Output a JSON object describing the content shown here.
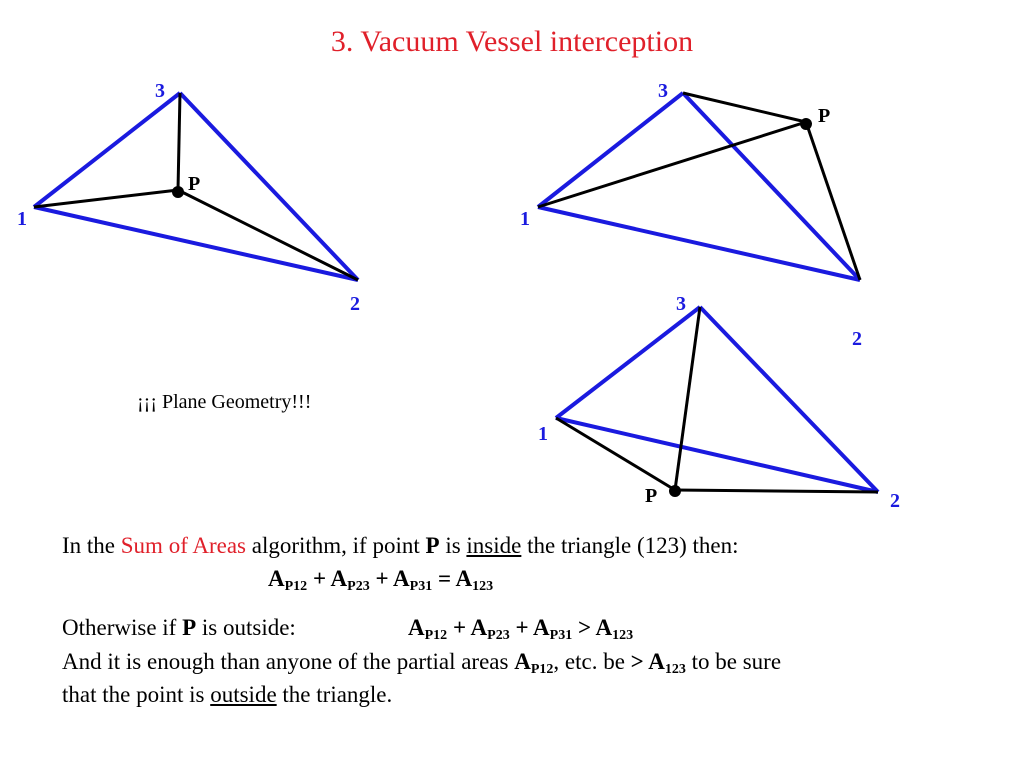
{
  "title": "3. Vacuum Vessel interception",
  "caption": "¡¡¡ Plane Geometry!!!",
  "colors": {
    "title": "#e0202a",
    "triangle_edge": "#1a1adf",
    "connector": "#000000",
    "vertex_label": "#1a1adf"
  },
  "diagrams": {
    "d1": {
      "label1": "1",
      "label2": "2",
      "label3": "3",
      "labelP": "P"
    },
    "d2": {
      "label1": "1",
      "label2": "2",
      "label3": "3",
      "labelP": "P"
    },
    "d3": {
      "label1": "1",
      "label2": "2",
      "label3": "3",
      "labelP": "P"
    }
  },
  "text": {
    "line1_a": "In the ",
    "line1_hl": "Sum of Areas",
    "line1_b": " algorithm, if point ",
    "line1_p": "P",
    "line1_c": " is ",
    "line1_inside": "inside",
    "line1_d": " the triangle (123) then:",
    "eq1": {
      "a": "A",
      "s1": "P12",
      "plus1": " + A",
      "s2": "P23",
      "plus2": " + A",
      "s3": "P31",
      "eq": " = A",
      "s4": "123"
    },
    "line3_a": "Otherwise if ",
    "line3_p": "P",
    "line3_b": " is outside:",
    "eq2": {
      "a": "A",
      "s1": "P12",
      "plus1": " + A",
      "s2": "P23",
      "plus2": " + A",
      "s3": "P31",
      "gt": " > A",
      "s4": "123"
    },
    "line4_a": "And it is enough than anyone of the partial areas ",
    "line4_A": "A",
    "line4_sub": "P12",
    "line4_b": ", etc. be ",
    "line4_gt": "> A",
    "line4_sub2": "123",
    "line4_c": " to be sure",
    "line5_a": "that the point is ",
    "line5_outside": "outside",
    "line5_b": " the triangle."
  }
}
